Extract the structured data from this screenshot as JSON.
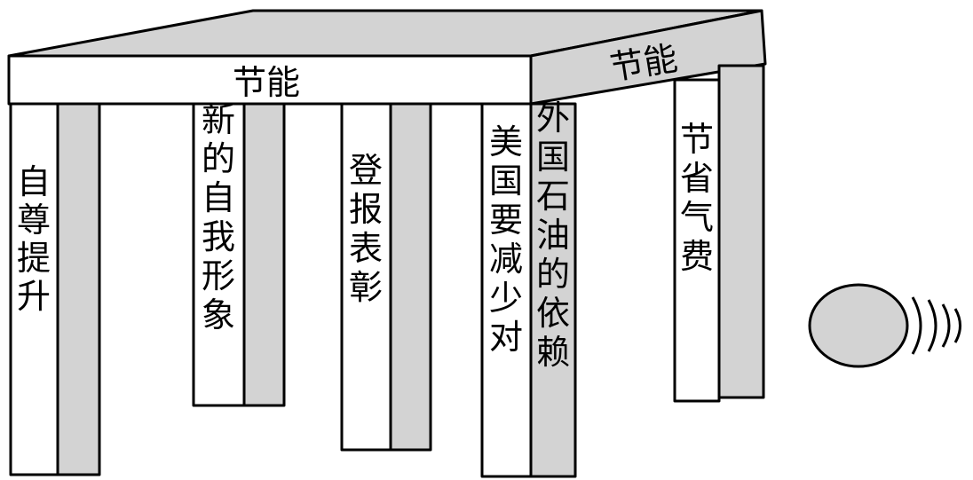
{
  "table": {
    "top_front_label": "节能",
    "top_side_label": "节能"
  },
  "legs": [
    {
      "label": "自尊提升"
    },
    {
      "label": "新的自我形象"
    },
    {
      "label": "登报表彰"
    },
    {
      "label": "美国要减少对"
    },
    {
      "label": "外国石油的依赖"
    },
    {
      "label": "节省气费"
    }
  ],
  "colors": {
    "stroke": "#000000",
    "face_white": "#ffffff",
    "face_gray": "#d3d3d3"
  }
}
